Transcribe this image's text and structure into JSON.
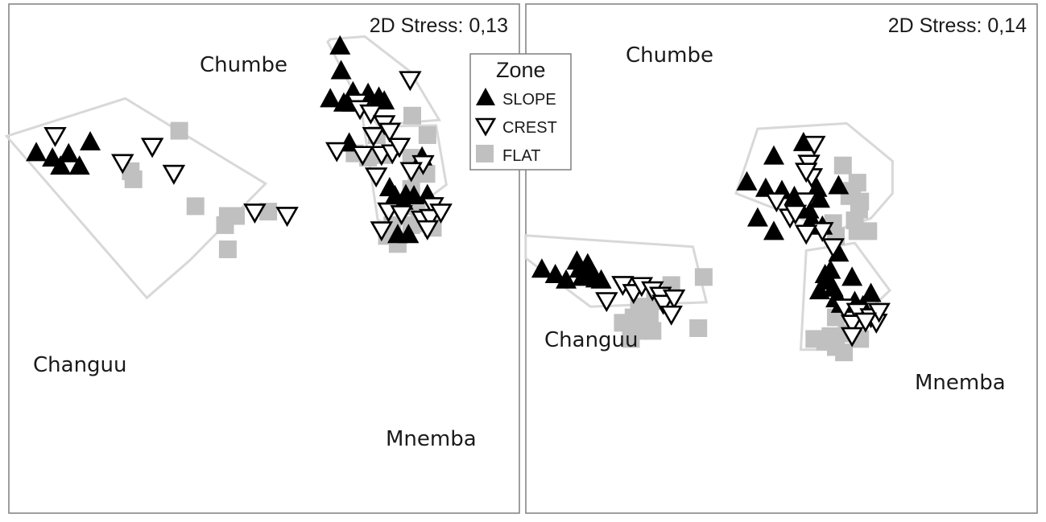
{
  "chart_data": [
    {
      "type": "scatter",
      "stress_label": "2D Stress: 0,13",
      "groups": [
        {
          "label": "Chumbe",
          "hull": [
            [
              -0.4,
              0.9
            ],
            [
              0.24,
              0.95
            ],
            [
              1.08,
              0.3
            ],
            [
              1.62,
              -0.6
            ],
            [
              0.6,
              -0.68
            ],
            [
              0.2,
              -0.4
            ],
            [
              -0.45,
              0.85
            ]
          ]
        },
        {
          "label": "Mnemba",
          "hull": [
            [
              0.16,
              -0.3
            ],
            [
              0.5,
              -0.72
            ],
            [
              1.56,
              -0.7
            ],
            [
              1.75,
              -1.8
            ],
            [
              0.76,
              -2.55
            ],
            [
              0.48,
              -2.46
            ]
          ]
        },
        {
          "label": "Changuu",
          "hull": [
            [
              -6.4,
              -0.9
            ],
            [
              -4.2,
              -0.2
            ],
            [
              -1.6,
              -1.78
            ],
            [
              -3.0,
              -3.2
            ],
            [
              -3.8,
              -3.9
            ]
          ]
        }
      ],
      "series": [
        {
          "name": "SLOPE",
          "marker": "triangle-up",
          "points": [
            [
              -0.22,
              0.78
            ],
            [
              -0.2,
              0.32
            ],
            [
              0.02,
              -0.07
            ],
            [
              0.3,
              -0.1
            ],
            [
              0.5,
              -0.17
            ],
            [
              0.6,
              -0.24
            ],
            [
              -0.4,
              -0.2
            ],
            [
              -0.15,
              -0.28
            ],
            [
              0.0,
              -0.28
            ],
            [
              -0.05,
              -1.02
            ],
            [
              -5.85,
              -1.2
            ],
            [
              -5.55,
              -1.3
            ],
            [
              -5.25,
              -1.22
            ],
            [
              -5.4,
              -1.45
            ],
            [
              -4.85,
              -1.0
            ],
            [
              -5.05,
              -1.45
            ],
            [
              1.3,
              -1.28
            ],
            [
              0.7,
              -1.85
            ],
            [
              1.0,
              -1.98
            ],
            [
              1.15,
              -2.0
            ],
            [
              1.4,
              -1.98
            ],
            [
              0.8,
              -2.0
            ],
            [
              0.95,
              -2.1
            ],
            [
              0.85,
              -2.72
            ],
            [
              1.05,
              -2.72
            ]
          ]
        },
        {
          "name": "CREST",
          "marker": "triangle-down",
          "points": [
            [
              1.08,
              0.14
            ],
            [
              0.1,
              -0.28
            ],
            [
              0.15,
              -0.4
            ],
            [
              0.35,
              -0.48
            ],
            [
              0.6,
              -0.68
            ],
            [
              0.4,
              -0.9
            ],
            [
              0.7,
              -0.82
            ],
            [
              0.55,
              -1.25
            ],
            [
              0.75,
              -1.22
            ],
            [
              0.88,
              -1.1
            ],
            [
              -0.28,
              -1.18
            ],
            [
              0.2,
              -1.25
            ],
            [
              1.32,
              -1.42
            ],
            [
              1.1,
              -1.55
            ],
            [
              0.45,
              -1.65
            ],
            [
              -5.5,
              -0.9
            ],
            [
              -3.7,
              -1.1
            ],
            [
              -4.25,
              -1.4
            ],
            [
              -3.3,
              -1.6
            ],
            [
              -1.8,
              -2.32
            ],
            [
              -1.2,
              -2.38
            ],
            [
              0.68,
              -2.3
            ],
            [
              0.92,
              -2.35
            ],
            [
              1.5,
              -2.2
            ],
            [
              1.3,
              -2.45
            ],
            [
              1.45,
              -2.42
            ],
            [
              1.65,
              -2.32
            ],
            [
              1.4,
              -2.63
            ],
            [
              0.55,
              -2.65
            ]
          ]
        },
        {
          "name": "FLAT",
          "marker": "square",
          "points": [
            [
              1.12,
              -0.52
            ],
            [
              1.4,
              -0.88
            ],
            [
              1.1,
              -1.3
            ],
            [
              1.2,
              -1.55
            ],
            [
              1.38,
              -1.6
            ],
            [
              1.1,
              -1.88
            ],
            [
              0.46,
              -0.88
            ],
            [
              0.6,
              -1.25
            ],
            [
              0.05,
              -1.22
            ],
            [
              0.3,
              -1.3
            ],
            [
              -3.2,
              -0.8
            ],
            [
              -4.1,
              -1.55
            ],
            [
              -4.05,
              -1.7
            ],
            [
              -2.9,
              -2.2
            ],
            [
              -2.3,
              -2.38
            ],
            [
              -2.15,
              -2.38
            ],
            [
              -2.35,
              -2.55
            ],
            [
              -1.55,
              -2.3
            ],
            [
              -2.3,
              -3.0
            ],
            [
              1.2,
              -2.2
            ],
            [
              1.35,
              -2.4
            ],
            [
              1.25,
              -2.52
            ],
            [
              1.1,
              -2.55
            ],
            [
              0.75,
              -2.55
            ],
            [
              1.5,
              -2.6
            ],
            [
              0.65,
              -2.75
            ],
            [
              0.85,
              -2.9
            ]
          ]
        }
      ]
    },
    {
      "type": "scatter",
      "stress_label": "2D Stress: 0,14",
      "groups": [
        {
          "label": "Chumbe",
          "hull": [
            [
              -0.9,
              -1.2
            ],
            [
              -0.2,
              -0.96
            ],
            [
              0.2,
              -0.5
            ],
            [
              0.2,
              0.1
            ],
            [
              -0.65,
              0.8
            ],
            [
              -2.3,
              0.7
            ],
            [
              -2.7,
              -0.5
            ]
          ]
        },
        {
          "label": "Changuu",
          "hull": [
            [
              -6.6,
              -1.28
            ],
            [
              -3.5,
              -1.49
            ],
            [
              -3.25,
              -2.52
            ],
            [
              -5.4,
              -2.6
            ],
            [
              -6.6,
              -1.7
            ]
          ]
        },
        {
          "label": "Mnemba",
          "hull": [
            [
              -1.4,
              -1.56
            ],
            [
              -0.5,
              -1.42
            ],
            [
              0.15,
              -2.3
            ],
            [
              -1.0,
              -3.4
            ],
            [
              -1.5,
              -3.4
            ]
          ]
        }
      ],
      "series": [
        {
          "name": "SLOPE",
          "marker": "triangle-up",
          "points": [
            [
              -2.0,
              0.2
            ],
            [
              -1.45,
              0.45
            ],
            [
              -2.15,
              -0.4
            ],
            [
              -1.85,
              -0.44
            ],
            [
              -1.62,
              -0.55
            ],
            [
              -1.2,
              -0.4
            ],
            [
              -1.15,
              -0.6
            ],
            [
              -1.55,
              -0.75
            ],
            [
              -1.35,
              -0.8
            ],
            [
              -2.5,
              -0.28
            ],
            [
              -2.3,
              -0.95
            ],
            [
              -1.3,
              -0.98
            ],
            [
              -1.1,
              -1.1
            ],
            [
              -2.0,
              -1.2
            ],
            [
              -0.8,
              -0.35
            ],
            [
              -6.3,
              -1.9
            ],
            [
              -6.05,
              -2.0
            ],
            [
              -5.65,
              -1.75
            ],
            [
              -5.45,
              -1.8
            ],
            [
              -5.4,
              -1.9
            ],
            [
              -5.6,
              -1.9
            ],
            [
              -5.35,
              -2.0
            ],
            [
              -5.85,
              -2.1
            ],
            [
              -5.55,
              -2.05
            ],
            [
              -5.2,
              -2.1
            ],
            [
              -0.95,
              -1.92
            ],
            [
              -1.05,
              -2.0
            ],
            [
              -1.0,
              -2.12
            ],
            [
              -0.9,
              -2.25
            ],
            [
              -1.15,
              -2.3
            ],
            [
              -0.85,
              -2.45
            ],
            [
              -0.75,
              -2.55
            ],
            [
              -0.5,
              -2.5
            ],
            [
              -0.35,
              -2.58
            ],
            [
              -0.8,
              -1.6
            ],
            [
              -0.55,
              -2.05
            ],
            [
              -0.2,
              -2.35
            ],
            [
              -5.3,
              -2.08
            ]
          ]
        },
        {
          "name": "CREST",
          "marker": "triangle-down",
          "points": [
            [
              -1.25,
              0.4
            ],
            [
              -1.35,
              0.05
            ],
            [
              -1.3,
              -0.2
            ],
            [
              -1.4,
              -0.1
            ],
            [
              -1.95,
              -0.65
            ],
            [
              -1.4,
              -0.65
            ],
            [
              -1.7,
              -0.95
            ],
            [
              -1.6,
              -0.88
            ],
            [
              -1.1,
              -1.2
            ],
            [
              -1.4,
              -1.25
            ],
            [
              -0.9,
              -1.5
            ],
            [
              -4.8,
              -2.2
            ],
            [
              -4.6,
              -2.35
            ],
            [
              -4.45,
              -2.22
            ],
            [
              -4.25,
              -2.3
            ],
            [
              -4.1,
              -2.4
            ],
            [
              -4.05,
              -2.55
            ],
            [
              -3.85,
              -2.45
            ],
            [
              -3.9,
              -2.75
            ],
            [
              -5.1,
              -2.5
            ],
            [
              -0.7,
              -2.62
            ],
            [
              -0.45,
              -2.7
            ],
            [
              -0.2,
              -2.8
            ],
            [
              -0.1,
              -2.9
            ],
            [
              -0.05,
              -2.7
            ],
            [
              -0.55,
              -2.92
            ],
            [
              -0.3,
              -2.88
            ],
            [
              -0.55,
              -3.15
            ]
          ]
        },
        {
          "name": "FLAT",
          "marker": "square",
          "points": [
            [
              -0.72,
              0.02
            ],
            [
              -0.45,
              -0.3
            ],
            [
              -0.55,
              -0.45
            ],
            [
              -0.4,
              -0.65
            ],
            [
              -0.42,
              -0.8
            ],
            [
              -0.5,
              -1.0
            ],
            [
              -0.45,
              -1.2
            ],
            [
              -0.25,
              -1.2
            ],
            [
              -0.9,
              -1.05
            ],
            [
              -0.85,
              -1.3
            ],
            [
              -0.6,
              -0.55
            ],
            [
              -3.3,
              -2.05
            ],
            [
              -3.9,
              -2.2
            ],
            [
              -4.2,
              -2.5
            ],
            [
              -4.5,
              -2.6
            ],
            [
              -4.3,
              -2.75
            ],
            [
              -4.6,
              -2.8
            ],
            [
              -4.8,
              -2.9
            ],
            [
              -4.5,
              -3.05
            ],
            [
              -4.25,
              -3.05
            ],
            [
              -3.4,
              -3.0
            ],
            [
              -4.65,
              -3.2
            ],
            [
              -0.85,
              -2.8
            ],
            [
              -0.65,
              -3.1
            ],
            [
              -0.95,
              -3.15
            ],
            [
              -1.05,
              -3.25
            ],
            [
              -1.25,
              -3.2
            ],
            [
              -0.85,
              -3.35
            ],
            [
              -0.4,
              -3.2
            ],
            [
              -0.7,
              -3.45
            ]
          ]
        }
      ]
    }
  ],
  "legend": {
    "title": "Zone",
    "items": [
      {
        "label": "SLOPE",
        "marker": "triangle-up"
      },
      {
        "label": "CREST",
        "marker": "triangle-down"
      },
      {
        "label": "FLAT",
        "marker": "square"
      }
    ]
  },
  "colors": {
    "slope": "#000000",
    "crest_fill": "#ffffff",
    "crest_stroke": "#000000",
    "flat": "#c0c0c0",
    "hull": "#d8d8d8",
    "frame": "#7f7f7f"
  }
}
